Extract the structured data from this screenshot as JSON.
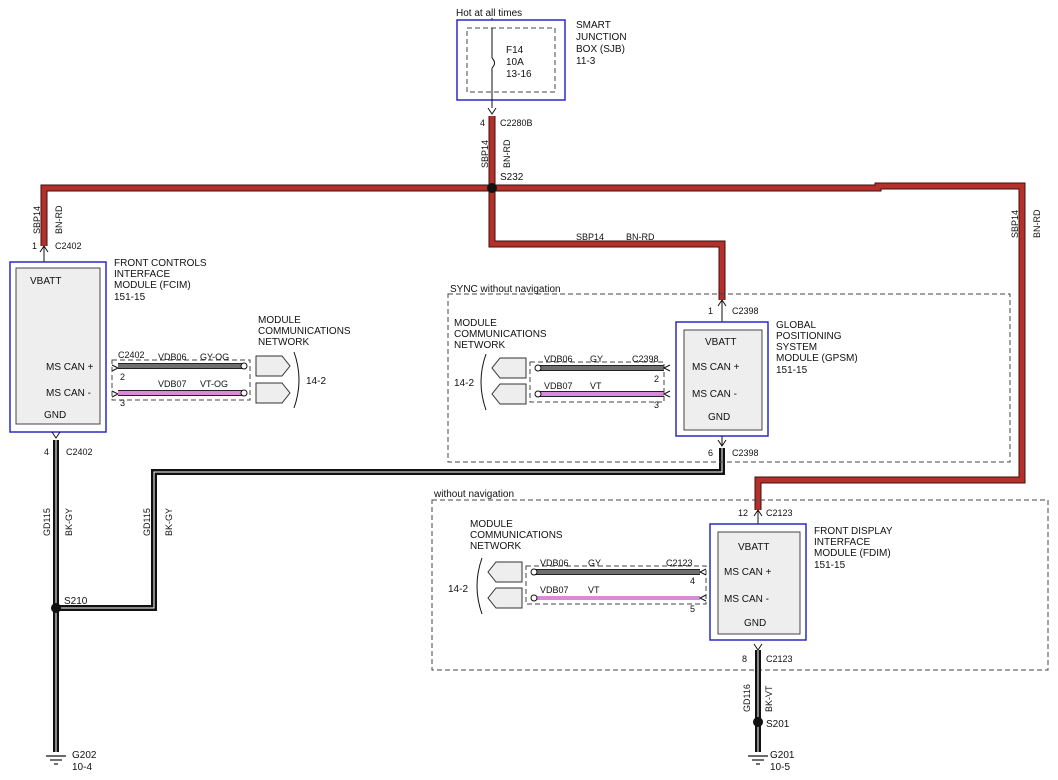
{
  "fuse_box": {
    "supply_label": "Hot at all times",
    "fuse_id": "F14",
    "fuse_rating": "10A",
    "fuse_ref": "13-16",
    "name_l1": "SMART",
    "name_l2": "JUNCTION",
    "name_l3": "BOX (SJB)",
    "ref": "11-3",
    "pin": "4",
    "connector": "C2280B",
    "wire_circuit": "SBP14",
    "wire_color": "BN-RD"
  },
  "splice_s232": "S232",
  "fcim": {
    "name_l1": "FRONT CONTROLS",
    "name_l2": "INTERFACE",
    "name_l3": "MODULE (FCIM)",
    "ref": "151-15",
    "vbatt": "VBATT",
    "can_plus": "MS CAN +",
    "can_minus": "MS CAN -",
    "gnd": "GND",
    "top_pin": "1",
    "top_connector": "C2402",
    "top_wire_circuit": "SBP14",
    "top_wire_color": "BN-RD",
    "can_connector": "C2402",
    "can_plus_pin": "2",
    "can_minus_pin": "3",
    "can_plus_circuit": "VDB06",
    "can_plus_color": "GY-OG",
    "can_minus_circuit": "VDB07",
    "can_minus_color": "VT-OG",
    "net_l1": "MODULE",
    "net_l2": "COMMUNICATIONS",
    "net_l3": "NETWORK",
    "net_ref": "14-2",
    "gnd_pin": "4",
    "gnd_connector": "C2402",
    "gnd_circuit": "GD115",
    "gnd_color": "BK-GY"
  },
  "gpsm": {
    "region_label": "SYNC without navigation",
    "name_l1": "GLOBAL",
    "name_l2": "POSITIONING",
    "name_l3": "SYSTEM",
    "name_l4": "MODULE (GPSM)",
    "ref": "151-15",
    "vbatt": "VBATT",
    "can_plus": "MS CAN +",
    "can_minus": "MS CAN -",
    "gnd": "GND",
    "top_pin": "1",
    "top_connector": "C2398",
    "feed_circuit": "SBP14",
    "feed_color": "BN-RD",
    "can_connector": "C2398",
    "can_plus_pin": "2",
    "can_minus_pin": "3",
    "can_plus_circuit": "VDB06",
    "can_plus_color": "GY",
    "can_minus_circuit": "VDB07",
    "can_minus_color": "VT",
    "net_l1": "MODULE",
    "net_l2": "COMMUNICATIONS",
    "net_l3": "NETWORK",
    "net_ref": "14-2",
    "gnd_pin": "6",
    "gnd_connector": "C2398",
    "gnd_circuit": "GD115",
    "gnd_color": "BK-GY"
  },
  "fdim": {
    "region_label": "without navigation",
    "name_l1": "FRONT DISPLAY",
    "name_l2": "INTERFACE",
    "name_l3": "MODULE (FDIM)",
    "ref": "151-15",
    "vbatt": "VBATT",
    "can_plus": "MS CAN +",
    "can_minus": "MS CAN -",
    "gnd": "GND",
    "top_pin": "12",
    "top_connector": "C2123",
    "feed_circuit": "SBP14",
    "feed_color": "BN-RD",
    "can_connector": "C2123",
    "can_plus_pin": "4",
    "can_minus_pin": "5",
    "can_plus_circuit": "VDB06",
    "can_plus_color": "GY",
    "can_minus_circuit": "VDB07",
    "can_minus_color": "VT",
    "net_l1": "MODULE",
    "net_l2": "COMMUNICATIONS",
    "net_l3": "NETWORK",
    "net_ref": "14-2",
    "gnd_pin": "8",
    "gnd_connector": "C2123",
    "gnd_circuit": "GD116",
    "gnd_color": "BK-VT",
    "splice": "S201",
    "ground": "G201",
    "ground_ref": "10-5"
  },
  "ground_s210": {
    "splice": "S210",
    "ground": "G202",
    "ground_ref": "10-4"
  },
  "colors": {
    "power_wire": "#b5302a",
    "ground_wire": "#111111",
    "can_high_wire": "#6f6f6f",
    "can_low_wire": "#d98ad9",
    "module_border": "#2b2bc4"
  }
}
